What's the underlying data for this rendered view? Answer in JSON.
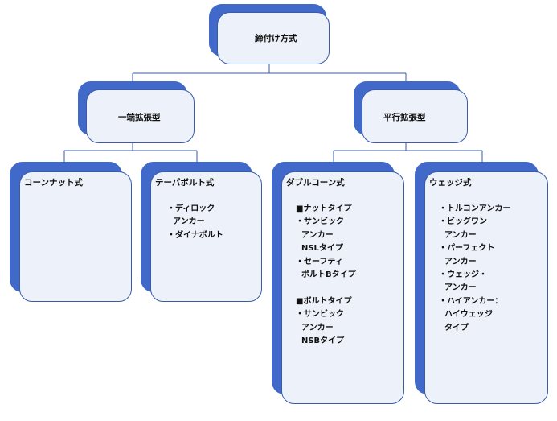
{
  "diagram": {
    "root": {
      "label": "締付け方式",
      "children": [
        {
          "label": "一端拡張型",
          "children": [
            {
              "label": "コーンナット式",
              "items": ""
            },
            {
              "label": "テーパボルト式",
              "items": "・ディロック\n  アンカー\n・ダイナボルト"
            }
          ]
        },
        {
          "label": "平行拡張型",
          "children": [
            {
              "label": "ダブルコーン式",
              "items": "■ナットタイプ\n・サンビック\n  アンカー\n  NSLタイプ\n・セーフティ\n  ボルトBタイプ\n\n■ボルトタイプ\n・サンビック\n  アンカー\n  NSBタイプ"
            },
            {
              "label": "ウェッジ式",
              "items": "・トルコンアンカー\n・ビッグワン\n  アンカー\n・パーフェクト\n  アンカー\n・ウェッジ・\n  アンカー\n・ハイアンカー：\n  ハイウェッジ\n  タイプ"
            }
          ]
        }
      ]
    },
    "colors": {
      "shadow": "#4169c9",
      "card": "#edf2fa",
      "border": "#3a5ba8",
      "connector": "#3a5ba8"
    }
  }
}
